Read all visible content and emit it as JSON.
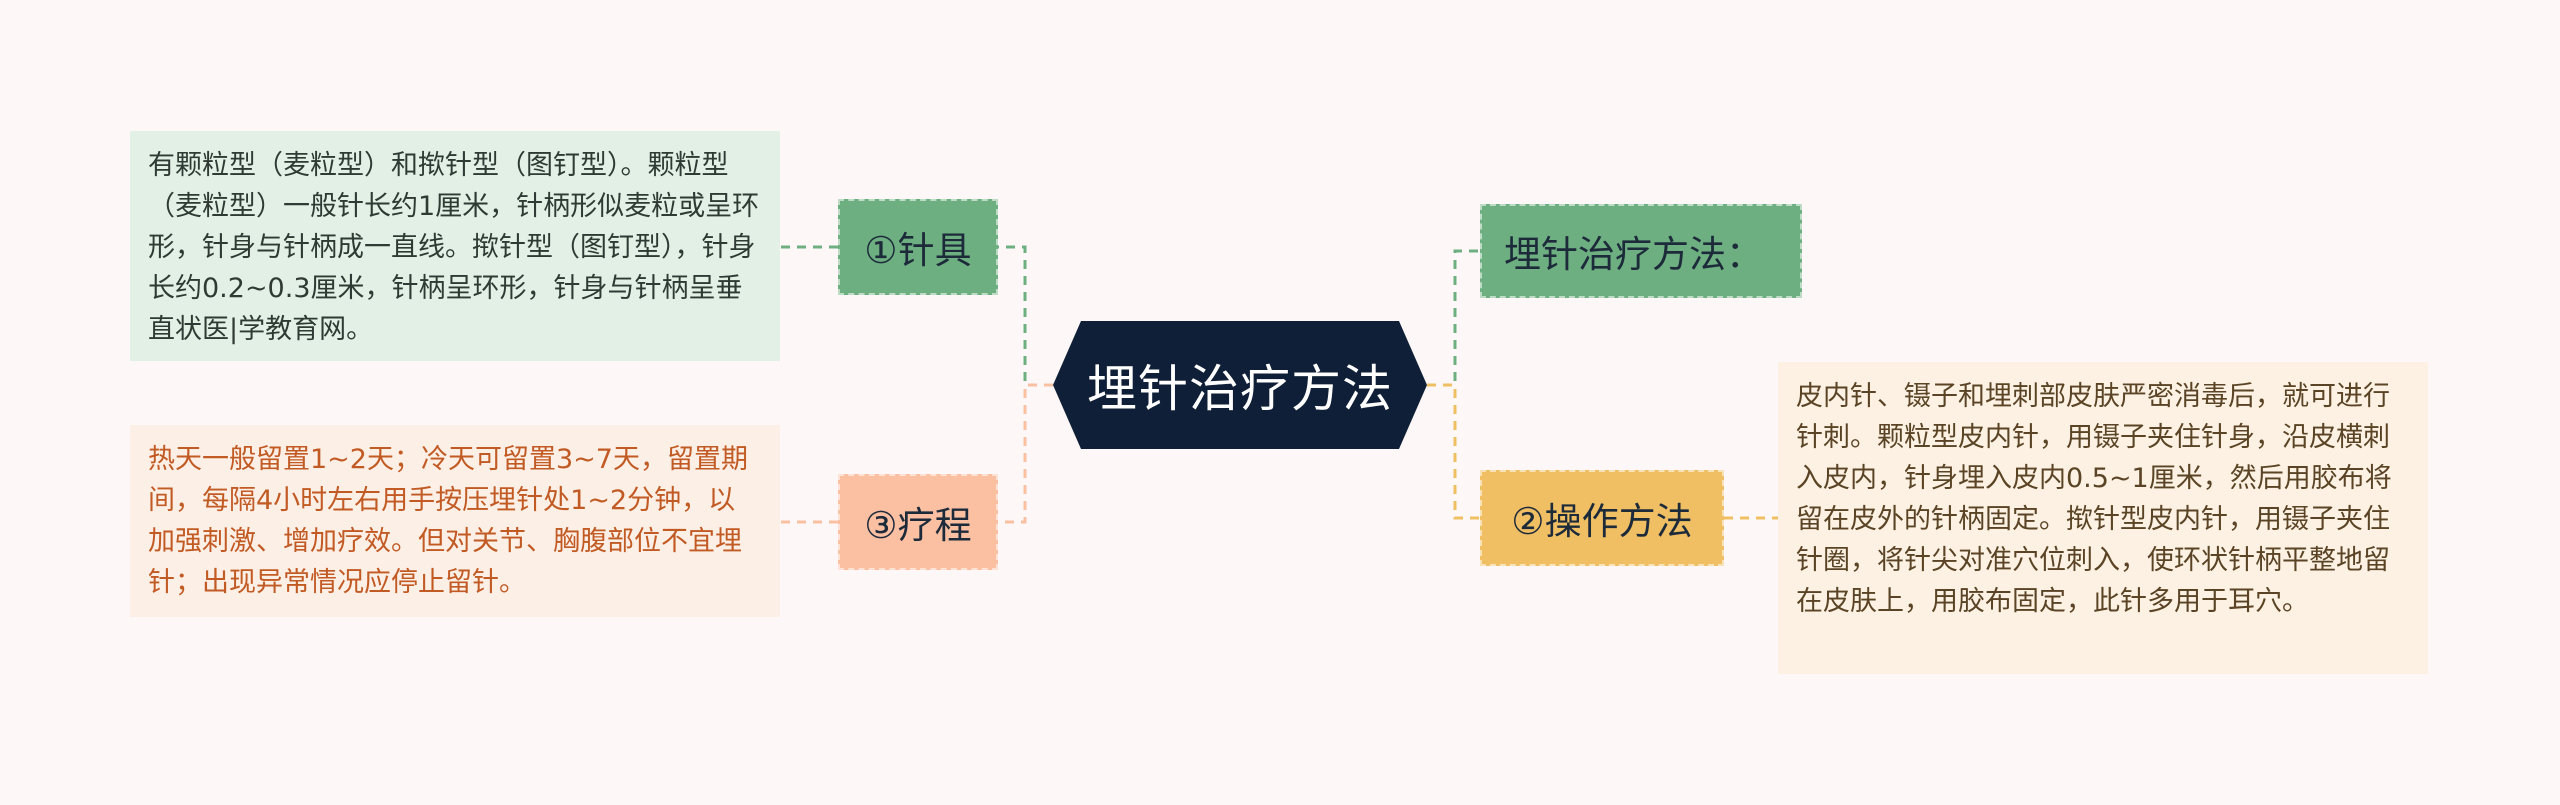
{
  "central": {
    "label": "埋针治疗方法"
  },
  "branches": {
    "needle": {
      "label": "①针具"
    },
    "course": {
      "label": "③疗程"
    },
    "method": {
      "label": "埋针治疗方法："
    },
    "operate": {
      "label": "②操作方法"
    }
  },
  "leaves": {
    "needle": {
      "text": "有颗粒型（麦粒型）和揿针型（图钉型）。颗粒型（麦粒型）一般针长约1厘米，针柄形似麦粒或呈环形，针身与针柄成一直线。揿针型（图钉型），针身长约0.2~0.3厘米，针柄呈环形，针身与针柄呈垂直状医|学教育网。"
    },
    "course": {
      "text": "热天一般留置1~2天；冷天可留置3~7天，留置期间，每隔4小时左右用手按压埋针处1~2分钟，以加强刺激、增加疗效。但对关节、胸腹部位不宜埋针；出现异常情况应停止留针。"
    },
    "operate": {
      "text": "皮内针、镊子和埋刺部皮肤严密消毒后，就可进行针刺。颗粒型皮内针，用镊子夹住针身，沿皮横刺入皮内，针身埋入皮内0.5~1厘米，然后用胶布将留在皮外的针柄固定。揿针型皮内针，用镊子夹住针圈，将针尖对准穴位刺入，使环状针柄平整地留在皮肤上，用胶布固定，此针多用于耳穴。"
    }
  },
  "colors": {
    "background": "#fdf8f7",
    "central": "#0f1f37",
    "green": "#6daf80",
    "salmon": "#fbbfa2",
    "gold": "#f1bf63",
    "leaf_green": "#e3f0e6",
    "leaf_salmon": "#fcefe6",
    "leaf_gold": "#fcf1e2"
  }
}
